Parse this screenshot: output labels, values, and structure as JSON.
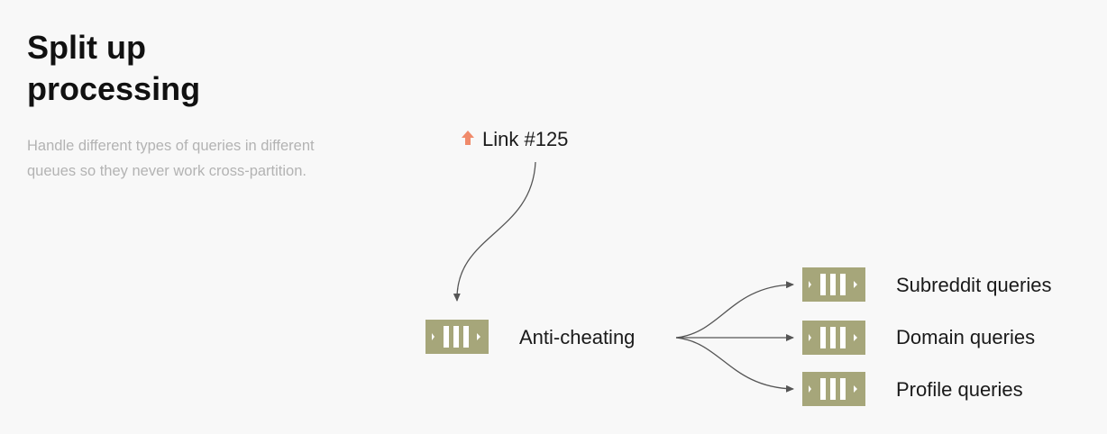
{
  "slide": {
    "title_line1": "Split up",
    "title_line2": "processing",
    "description": "Handle different types of queries in different queues so they never work cross-partition."
  },
  "diagram": {
    "source": {
      "label": "Link #125",
      "icon": "upvote-arrow-icon"
    },
    "main_queue": {
      "label": "Anti-cheating",
      "icon": "queue-icon"
    },
    "target_queues": [
      {
        "label": "Subreddit queries",
        "icon": "queue-icon"
      },
      {
        "label": "Domain queries",
        "icon": "queue-icon"
      },
      {
        "label": "Profile queries",
        "icon": "queue-icon"
      }
    ]
  },
  "colors": {
    "queue": "#a6a67a",
    "upvote": "#f08a6a",
    "title": "#111111",
    "description": "#b3b3b3",
    "connector": "#555555"
  }
}
